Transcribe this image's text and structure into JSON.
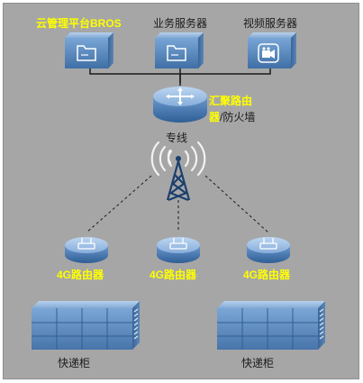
{
  "servers": [
    {
      "label": "云管理平台BROS",
      "icon": "folder-icon",
      "highlight": true
    },
    {
      "label": "业务服务器",
      "icon": "folder-icon",
      "highlight": false
    },
    {
      "label": "视频服务器",
      "icon": "video-camera-icon",
      "highlight": false
    }
  ],
  "core_router": {
    "label_line1": "汇聚路由",
    "label_line2a": "器",
    "label_line2b": "/防火墙"
  },
  "link": {
    "label": "专线"
  },
  "tower": {
    "icon": "wireless-tower-icon"
  },
  "edge_routers": [
    {
      "label": "4G路由器"
    },
    {
      "label": "4G路由器"
    },
    {
      "label": "4G路由器"
    }
  ],
  "lockers": [
    {
      "label": "快递柜"
    },
    {
      "label": "快递柜"
    }
  ],
  "colors": {
    "background": "#a6a6a6",
    "highlight_text": "#ffff00",
    "device_blue": "#5b8dc2",
    "device_dark": "#3d6a9c"
  }
}
